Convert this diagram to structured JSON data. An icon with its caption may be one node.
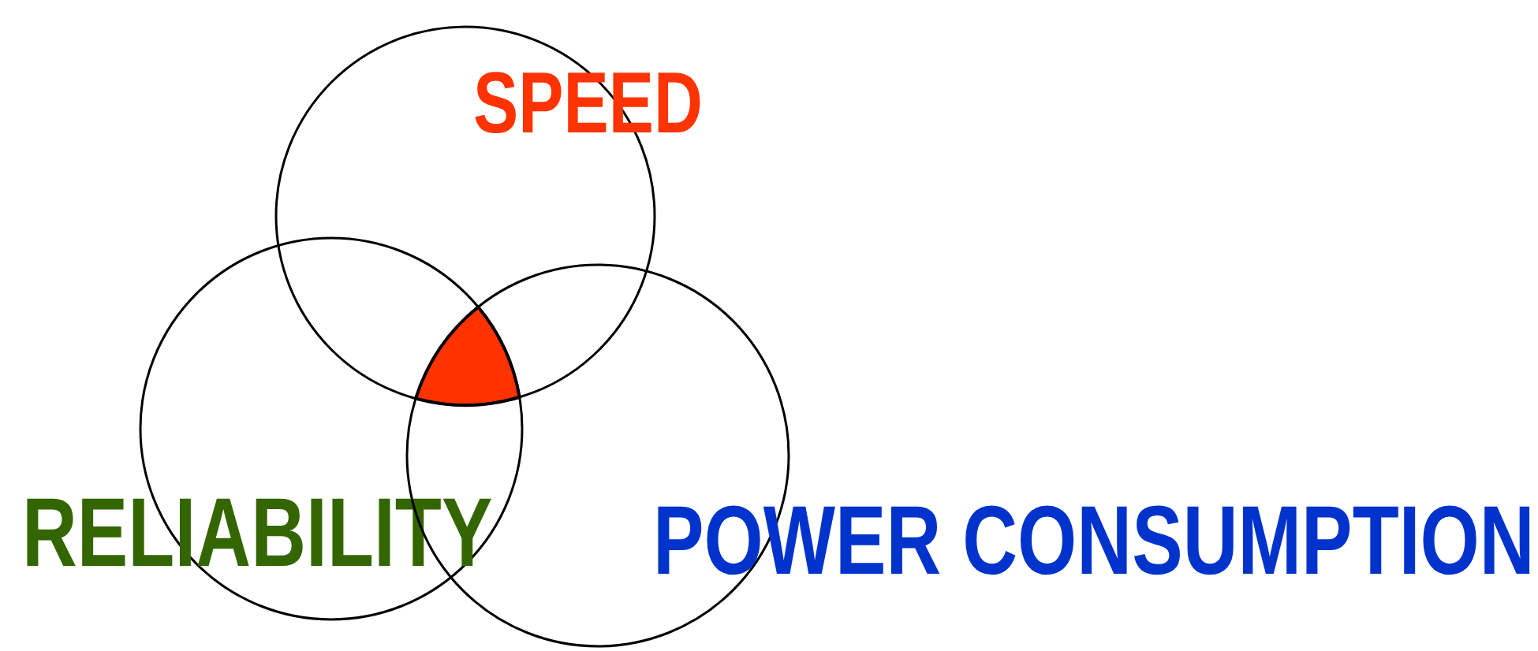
{
  "diagram": {
    "nodes": [
      {
        "text": [
          "SPEED"
        ]
      },
      {
        "text": [
          "RELIABILITY"
        ]
      },
      {
        "text": [
          "POWER CONSUMPTION"
        ]
      }
    ]
  }
}
